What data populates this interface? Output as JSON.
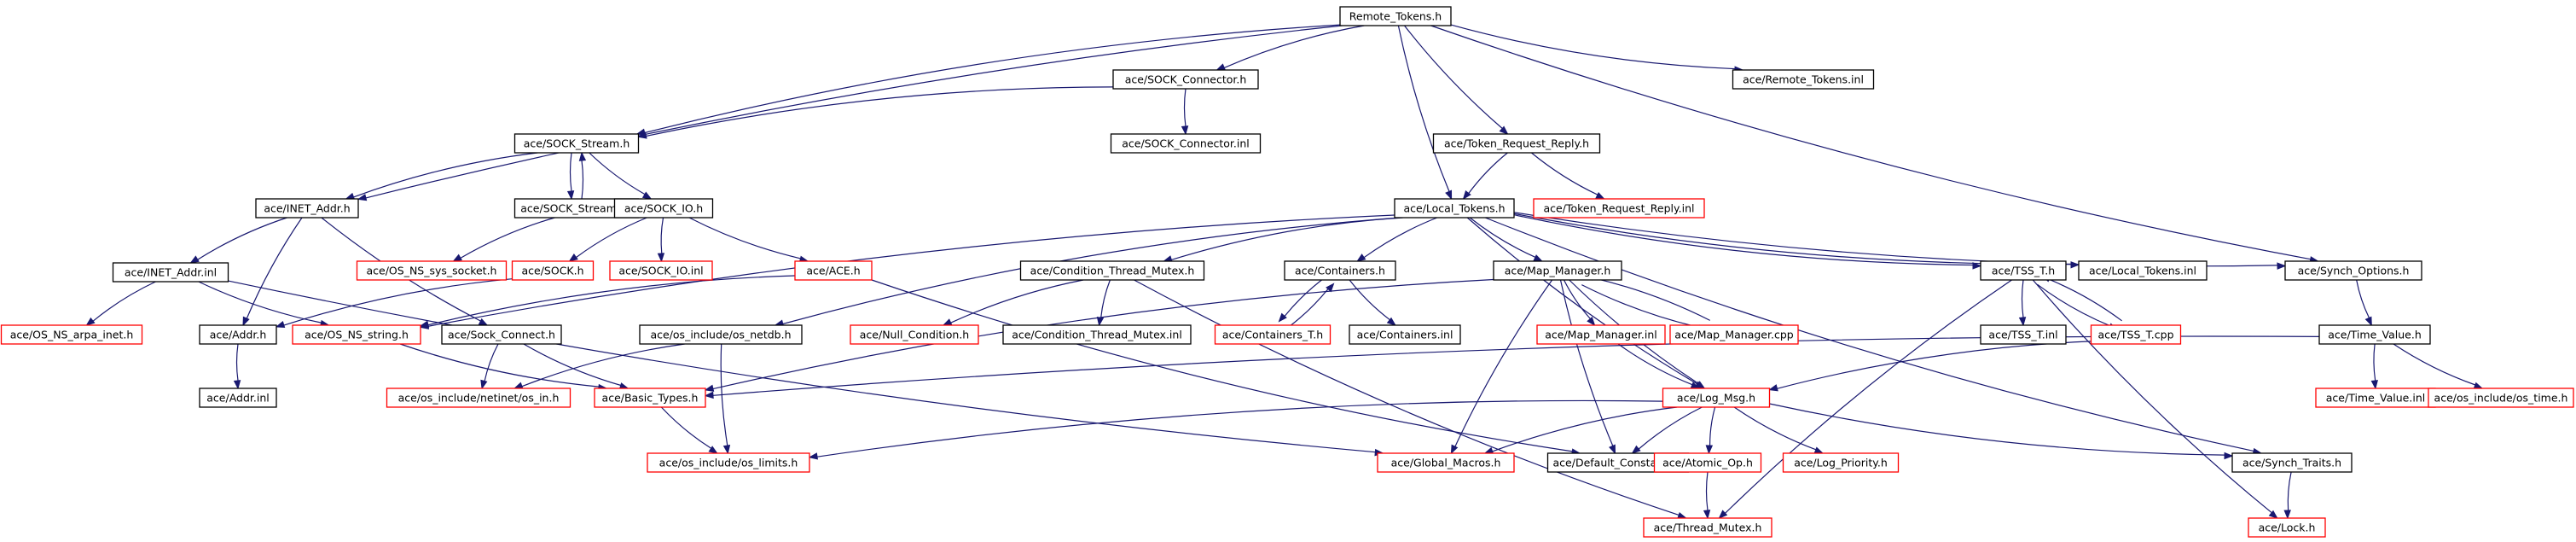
{
  "colors": {
    "edge": "#191970",
    "node_border_local": "#000000",
    "node_border_missing": "#ff0000",
    "root_fill": "#bfbfbf",
    "text": "#000000"
  },
  "graph": {
    "root": "n_root",
    "nodes": [
      {
        "id": "n_root",
        "label": "Remote_Tokens.h",
        "kind": "root"
      },
      {
        "id": "n_sock_connector_h",
        "label": "ace/SOCK_Connector.h",
        "kind": "local"
      },
      {
        "id": "n_remote_tokens_inl",
        "label": "ace/Remote_Tokens.inl",
        "kind": "local"
      },
      {
        "id": "n_sock_stream_h",
        "label": "ace/SOCK_Stream.h",
        "kind": "local"
      },
      {
        "id": "n_sock_connector_inl",
        "label": "ace/SOCK_Connector.inl",
        "kind": "local"
      },
      {
        "id": "n_token_rr_h",
        "label": "ace/Token_Request_Reply.h",
        "kind": "local"
      },
      {
        "id": "n_inet_addr_h",
        "label": "ace/INET_Addr.h",
        "kind": "local"
      },
      {
        "id": "n_sock_stream_inl",
        "label": "ace/SOCK_Stream.inl",
        "kind": "local"
      },
      {
        "id": "n_sock_io_h",
        "label": "ace/SOCK_IO.h",
        "kind": "local"
      },
      {
        "id": "n_local_tokens_h",
        "label": "ace/Local_Tokens.h",
        "kind": "local"
      },
      {
        "id": "n_token_rr_inl",
        "label": "ace/Token_Request_Reply.inl",
        "kind": "missing"
      },
      {
        "id": "n_os_ns_sys_socket",
        "label": "ace/OS_NS_sys_socket.h",
        "kind": "missing"
      },
      {
        "id": "n_sock_h",
        "label": "ace/SOCK.h",
        "kind": "missing"
      },
      {
        "id": "n_sock_io_inl",
        "label": "ace/SOCK_IO.inl",
        "kind": "missing"
      },
      {
        "id": "n_ace_h",
        "label": "ace/ACE.h",
        "kind": "missing"
      },
      {
        "id": "n_inet_addr_inl",
        "label": "ace/INET_Addr.inl",
        "kind": "local"
      },
      {
        "id": "n_cond_thread_mutex_h",
        "label": "ace/Condition_Thread_Mutex.h",
        "kind": "local"
      },
      {
        "id": "n_containers_h",
        "label": "ace/Containers.h",
        "kind": "local"
      },
      {
        "id": "n_map_manager_h",
        "label": "ace/Map_Manager.h",
        "kind": "local"
      },
      {
        "id": "n_tss_t_h",
        "label": "ace/TSS_T.h",
        "kind": "local"
      },
      {
        "id": "n_local_tokens_inl",
        "label": "ace/Local_Tokens.inl",
        "kind": "local"
      },
      {
        "id": "n_synch_options_h",
        "label": "ace/Synch_Options.h",
        "kind": "local"
      },
      {
        "id": "n_os_ns_arpa_inet",
        "label": "ace/OS_NS_arpa_inet.h",
        "kind": "missing"
      },
      {
        "id": "n_addr_h",
        "label": "ace/Addr.h",
        "kind": "local"
      },
      {
        "id": "n_os_ns_string",
        "label": "ace/OS_NS_string.h",
        "kind": "missing"
      },
      {
        "id": "n_sock_connect_h",
        "label": "ace/Sock_Connect.h",
        "kind": "local"
      },
      {
        "id": "n_os_netdb",
        "label": "ace/os_include/os_netdb.h",
        "kind": "local"
      },
      {
        "id": "n_null_condition",
        "label": "ace/Null_Condition.h",
        "kind": "missing"
      },
      {
        "id": "n_cond_thread_mutex_inl",
        "label": "ace/Condition_Thread_Mutex.inl",
        "kind": "local"
      },
      {
        "id": "n_containers_t_h",
        "label": "ace/Containers_T.h",
        "kind": "missing"
      },
      {
        "id": "n_containers_inl",
        "label": "ace/Containers.inl",
        "kind": "local"
      },
      {
        "id": "n_map_manager_inl",
        "label": "ace/Map_Manager.inl",
        "kind": "missing"
      },
      {
        "id": "n_map_manager_cpp",
        "label": "ace/Map_Manager.cpp",
        "kind": "missing"
      },
      {
        "id": "n_tss_t_inl",
        "label": "ace/TSS_T.inl",
        "kind": "local"
      },
      {
        "id": "n_tss_t_cpp",
        "label": "ace/TSS_T.cpp",
        "kind": "missing"
      },
      {
        "id": "n_time_value_h",
        "label": "ace/Time_Value.h",
        "kind": "local"
      },
      {
        "id": "n_addr_inl",
        "label": "ace/Addr.inl",
        "kind": "local"
      },
      {
        "id": "n_os_in_h",
        "label": "ace/os_include/netinet/os_in.h",
        "kind": "missing"
      },
      {
        "id": "n_basic_types_h",
        "label": "ace/Basic_Types.h",
        "kind": "missing"
      },
      {
        "id": "n_log_msg_h",
        "label": "ace/Log_Msg.h",
        "kind": "missing"
      },
      {
        "id": "n_time_value_inl",
        "label": "ace/Time_Value.inl",
        "kind": "missing"
      },
      {
        "id": "n_os_time_h",
        "label": "ace/os_include/os_time.h",
        "kind": "missing"
      },
      {
        "id": "n_os_limits_h",
        "label": "ace/os_include/os_limits.h",
        "kind": "missing"
      },
      {
        "id": "n_global_macros_h",
        "label": "ace/Global_Macros.h",
        "kind": "missing"
      },
      {
        "id": "n_default_constants_h",
        "label": "ace/Default_Constants.h",
        "kind": "local"
      },
      {
        "id": "n_atomic_op_h",
        "label": "ace/Atomic_Op.h",
        "kind": "missing"
      },
      {
        "id": "n_log_priority_h",
        "label": "ace/Log_Priority.h",
        "kind": "missing"
      },
      {
        "id": "n_synch_traits_h",
        "label": "ace/Synch_Traits.h",
        "kind": "local"
      },
      {
        "id": "n_thread_mutex_h",
        "label": "ace/Thread_Mutex.h",
        "kind": "missing"
      },
      {
        "id": "n_lock_h",
        "label": "ace/Lock.h",
        "kind": "missing"
      }
    ],
    "edges": [
      [
        "n_root",
        "n_sock_connector_h"
      ],
      [
        "n_root",
        "n_remote_tokens_inl"
      ],
      [
        "n_root",
        "n_sock_stream_h"
      ],
      [
        "n_root",
        "n_token_rr_h"
      ],
      [
        "n_root",
        "n_inet_addr_h"
      ],
      [
        "n_root",
        "n_local_tokens_h"
      ],
      [
        "n_root",
        "n_synch_options_h"
      ],
      [
        "n_sock_connector_h",
        "n_sock_stream_h"
      ],
      [
        "n_sock_connector_h",
        "n_sock_connector_inl"
      ],
      [
        "n_token_rr_h",
        "n_local_tokens_h"
      ],
      [
        "n_token_rr_h",
        "n_token_rr_inl"
      ],
      [
        "n_sock_stream_h",
        "n_inet_addr_h"
      ],
      [
        "n_sock_stream_h",
        "n_sock_stream_inl"
      ],
      [
        "n_sock_stream_inl",
        "n_sock_stream_h"
      ],
      [
        "n_sock_stream_h",
        "n_sock_io_h"
      ],
      [
        "n_sock_stream_inl",
        "n_os_ns_sys_socket"
      ],
      [
        "n_sock_io_h",
        "n_sock_h"
      ],
      [
        "n_sock_io_h",
        "n_sock_io_inl"
      ],
      [
        "n_sock_io_h",
        "n_ace_h"
      ],
      [
        "n_inet_addr_h",
        "n_inet_addr_inl"
      ],
      [
        "n_inet_addr_h",
        "n_addr_h"
      ],
      [
        "n_inet_addr_h",
        "n_sock_connect_h"
      ],
      [
        "n_inet_addr_inl",
        "n_os_ns_arpa_inet"
      ],
      [
        "n_inet_addr_inl",
        "n_os_ns_string"
      ],
      [
        "n_inet_addr_inl",
        "n_global_macros_h"
      ],
      [
        "n_sock_h",
        "n_addr_h"
      ],
      [
        "n_ace_h",
        "n_os_ns_string"
      ],
      [
        "n_ace_h",
        "n_default_constants_h"
      ],
      [
        "n_addr_h",
        "n_addr_inl"
      ],
      [
        "n_os_ns_string",
        "n_basic_types_h"
      ],
      [
        "n_sock_connect_h",
        "n_basic_types_h"
      ],
      [
        "n_sock_connect_h",
        "n_os_in_h"
      ],
      [
        "n_os_netdb",
        "n_os_in_h"
      ],
      [
        "n_os_netdb",
        "n_os_limits_h"
      ],
      [
        "n_basic_types_h",
        "n_os_limits_h"
      ],
      [
        "n_local_tokens_h",
        "n_cond_thread_mutex_h"
      ],
      [
        "n_local_tokens_h",
        "n_containers_h"
      ],
      [
        "n_local_tokens_h",
        "n_map_manager_h"
      ],
      [
        "n_local_tokens_h",
        "n_tss_t_h"
      ],
      [
        "n_local_tokens_h",
        "n_local_tokens_inl"
      ],
      [
        "n_local_tokens_h",
        "n_synch_options_h"
      ],
      [
        "n_local_tokens_h",
        "n_os_ns_string"
      ],
      [
        "n_local_tokens_h",
        "n_os_netdb"
      ],
      [
        "n_local_tokens_h",
        "n_log_msg_h"
      ],
      [
        "n_local_tokens_h",
        "n_synch_traits_h"
      ],
      [
        "n_cond_thread_mutex_h",
        "n_null_condition"
      ],
      [
        "n_cond_thread_mutex_h",
        "n_cond_thread_mutex_inl"
      ],
      [
        "n_cond_thread_mutex_h",
        "n_thread_mutex_h"
      ],
      [
        "n_containers_h",
        "n_containers_t_h"
      ],
      [
        "n_containers_t_h",
        "n_containers_h"
      ],
      [
        "n_containers_h",
        "n_containers_inl"
      ],
      [
        "n_map_manager_h",
        "n_map_manager_inl"
      ],
      [
        "n_map_manager_h",
        "n_map_manager_cpp"
      ],
      [
        "n_map_manager_cpp",
        "n_map_manager_h"
      ],
      [
        "n_map_manager_h",
        "n_basic_types_h"
      ],
      [
        "n_map_manager_h",
        "n_global_macros_h"
      ],
      [
        "n_map_manager_h",
        "n_default_constants_h"
      ],
      [
        "n_map_manager_h",
        "n_log_msg_h"
      ],
      [
        "n_map_manager_inl",
        "n_log_msg_h"
      ],
      [
        "n_tss_t_h",
        "n_tss_t_inl"
      ],
      [
        "n_tss_t_h",
        "n_tss_t_cpp"
      ],
      [
        "n_tss_t_cpp",
        "n_tss_t_h"
      ],
      [
        "n_tss_t_cpp",
        "n_log_msg_h"
      ],
      [
        "n_tss_t_h",
        "n_thread_mutex_h"
      ],
      [
        "n_tss_t_h",
        "n_lock_h"
      ],
      [
        "n_synch_options_h",
        "n_time_value_h"
      ],
      [
        "n_time_value_h",
        "n_time_value_inl"
      ],
      [
        "n_time_value_h",
        "n_os_time_h"
      ],
      [
        "n_time_value_h",
        "n_basic_types_h"
      ],
      [
        "n_log_msg_h",
        "n_global_macros_h"
      ],
      [
        "n_log_msg_h",
        "n_default_constants_h"
      ],
      [
        "n_log_msg_h",
        "n_atomic_op_h"
      ],
      [
        "n_log_msg_h",
        "n_log_priority_h"
      ],
      [
        "n_log_msg_h",
        "n_synch_traits_h"
      ],
      [
        "n_log_msg_h",
        "n_os_limits_h"
      ],
      [
        "n_atomic_op_h",
        "n_thread_mutex_h"
      ],
      [
        "n_synch_traits_h",
        "n_lock_h"
      ]
    ]
  }
}
